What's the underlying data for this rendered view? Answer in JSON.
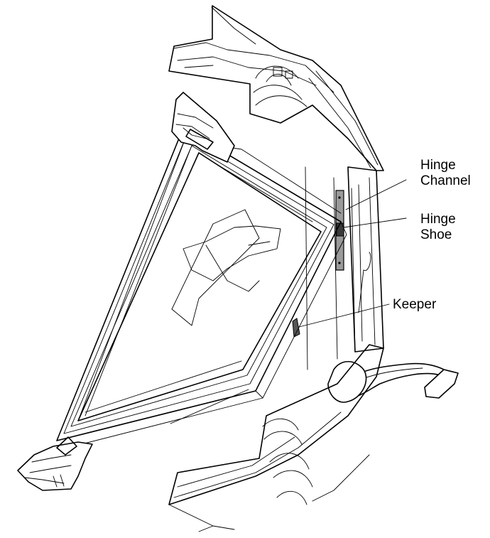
{
  "labels": {
    "hinge_channel": [
      "Hinge",
      "Channel"
    ],
    "hinge_shoe": [
      "Hinge",
      "Shoe"
    ],
    "keeper": "Keeper"
  },
  "colors": {
    "line": "#000000",
    "hinge_channel_fill": "#9a9a9a",
    "hinge_shoe_fill": "#3a3a3a"
  }
}
